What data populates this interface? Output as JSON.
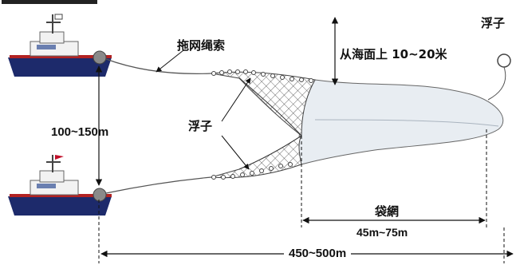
{
  "top_text_fragment": "…",
  "labels": {
    "tow_rope": "拖网绳索",
    "depth": "从海面上 10~20米",
    "float_top": "浮子",
    "float_mid": "浮子",
    "spacing": "100~150m",
    "cod_end": "袋網",
    "cod_end_length": "45m~75m",
    "total_length": "450~500m"
  },
  "colors": {
    "hull": "#1d2a6b",
    "hull_stripe": "#b22222",
    "cabin": "#f2f2f2",
    "net_fill": "#e8edf2",
    "line": "#555555"
  }
}
